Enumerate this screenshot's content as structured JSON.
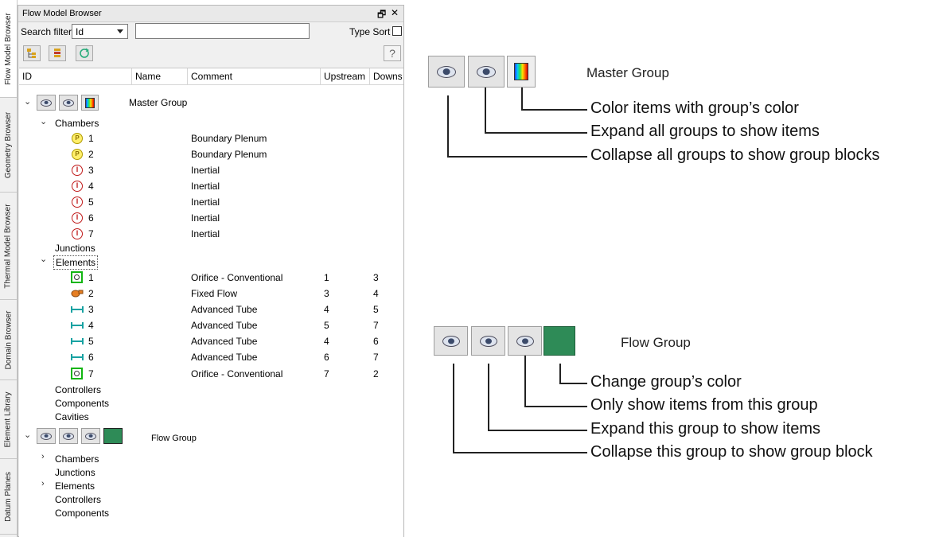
{
  "side_tabs": [
    "Flow Model Browser",
    "Geometry Browser",
    "Thermal Model Browser",
    "Domain Browser",
    "Element Library",
    "Datum Planes"
  ],
  "panel": {
    "title": "Flow Model Browser",
    "float_glyph": "🗗",
    "close_glyph": "✕",
    "search_filter_label": "Search filter",
    "search_filter_value": "Id",
    "type_sort_label": "Type Sort",
    "help_label": "?",
    "columns": [
      "ID",
      "Name",
      "Comment",
      "Upstream",
      "Downs"
    ]
  },
  "tree": {
    "master_group": {
      "label": "Master Group",
      "chambers": {
        "label": "Chambers",
        "items": [
          {
            "id": "1",
            "type": "plenum",
            "comment": "Boundary Plenum"
          },
          {
            "id": "2",
            "type": "plenum",
            "comment": "Boundary Plenum"
          },
          {
            "id": "3",
            "type": "inertial",
            "comment": "Inertial"
          },
          {
            "id": "4",
            "type": "inertial",
            "comment": "Inertial"
          },
          {
            "id": "5",
            "type": "inertial",
            "comment": "Inertial"
          },
          {
            "id": "6",
            "type": "inertial",
            "comment": "Inertial"
          },
          {
            "id": "7",
            "type": "inertial",
            "comment": "Inertial"
          }
        ]
      },
      "junctions_label": "Junctions",
      "elements": {
        "label": "Elements",
        "items": [
          {
            "id": "1",
            "type": "orifice",
            "comment": "Orifice - Conventional",
            "up": "1",
            "down": "3"
          },
          {
            "id": "2",
            "type": "fixedflow",
            "comment": "Fixed Flow",
            "up": "3",
            "down": "4"
          },
          {
            "id": "3",
            "type": "tube",
            "comment": "Advanced Tube",
            "up": "4",
            "down": "5"
          },
          {
            "id": "4",
            "type": "tube",
            "comment": "Advanced Tube",
            "up": "5",
            "down": "7"
          },
          {
            "id": "5",
            "type": "tube",
            "comment": "Advanced Tube",
            "up": "4",
            "down": "6"
          },
          {
            "id": "6",
            "type": "tube",
            "comment": "Advanced Tube",
            "up": "6",
            "down": "7"
          },
          {
            "id": "7",
            "type": "orifice",
            "comment": "Orifice - Conventional",
            "up": "7",
            "down": "2"
          }
        ]
      },
      "controllers_label": "Controllers",
      "components_label": "Components",
      "cavities_label": "Cavities"
    },
    "flow_group": {
      "label": "Flow Group",
      "color": "#2e8b57",
      "children": [
        "Chambers",
        "Junctions",
        "Elements",
        "Controllers",
        "Components"
      ]
    }
  },
  "annotations": {
    "master": {
      "title": "Master Group",
      "lines": [
        "Color items with group’s color",
        "Expand all groups to show items",
        "Collapse all groups to show group blocks"
      ]
    },
    "flow": {
      "title": "Flow Group",
      "lines": [
        "Change group’s color",
        "Only show items from this group",
        "Expand this group to show items",
        "Collapse this group to show group block"
      ]
    }
  }
}
